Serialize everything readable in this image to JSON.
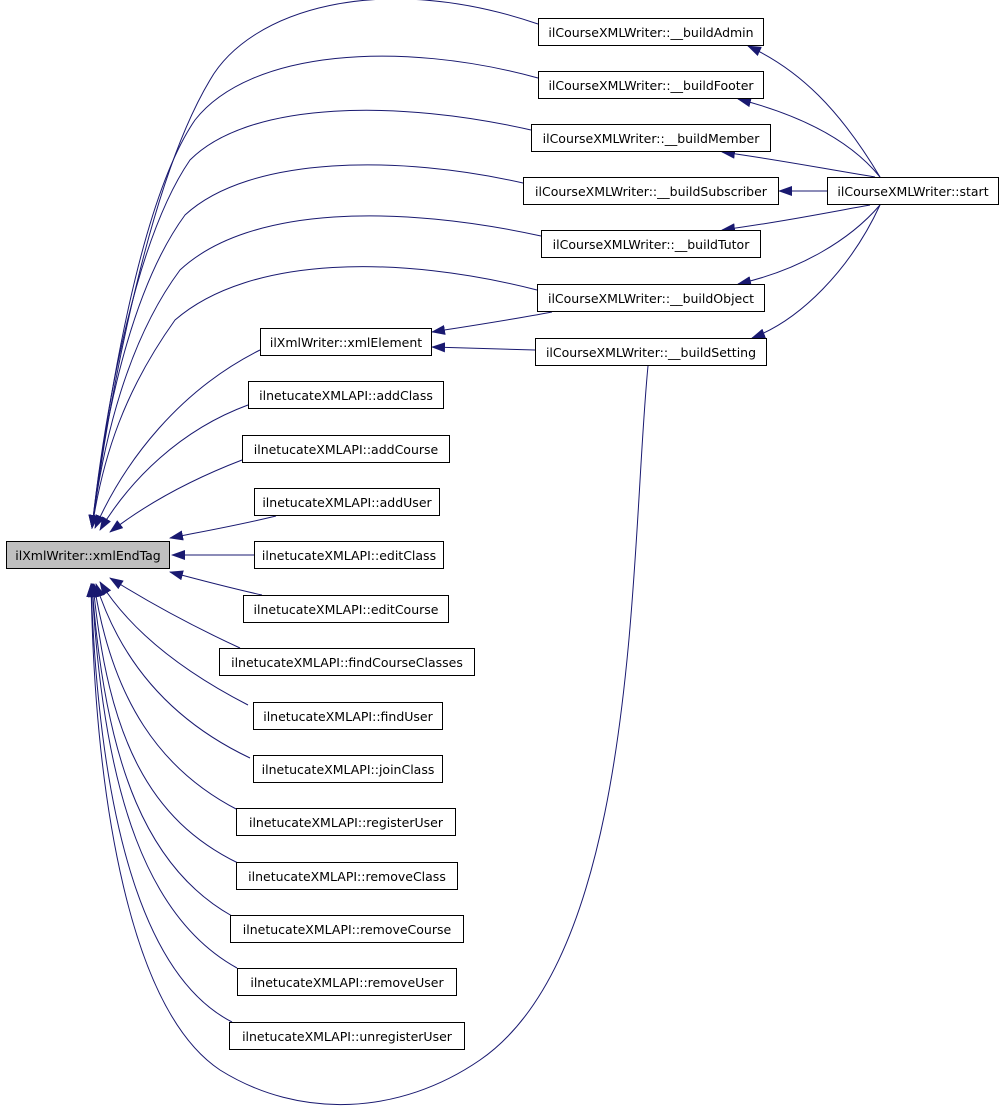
{
  "graph": {
    "colors": {
      "edge": "#191970",
      "node_border": "#000000",
      "node_fill": "#ffffff",
      "focus_fill": "#bfbfbf"
    },
    "nodes": [
      {
        "id": "xmlEndTag",
        "label": "ilXmlWriter::xmlEndTag",
        "focus": true
      },
      {
        "id": "buildAdmin",
        "label": "ilCourseXMLWriter::__buildAdmin"
      },
      {
        "id": "buildFooter",
        "label": "ilCourseXMLWriter::__buildFooter"
      },
      {
        "id": "buildMember",
        "label": "ilCourseXMLWriter::__buildMember"
      },
      {
        "id": "buildSubscriber",
        "label": "ilCourseXMLWriter::__buildSubscriber"
      },
      {
        "id": "buildTutor",
        "label": "ilCourseXMLWriter::__buildTutor"
      },
      {
        "id": "buildObject",
        "label": "ilCourseXMLWriter::__buildObject"
      },
      {
        "id": "buildSetting",
        "label": "ilCourseXMLWriter::__buildSetting"
      },
      {
        "id": "start",
        "label": "ilCourseXMLWriter::start"
      },
      {
        "id": "xmlElement",
        "label": "ilXmlWriter::xmlElement"
      },
      {
        "id": "addClass",
        "label": "ilnetucateXMLAPI::addClass"
      },
      {
        "id": "addCourse",
        "label": "ilnetucateXMLAPI::addCourse"
      },
      {
        "id": "addUser",
        "label": "ilnetucateXMLAPI::addUser"
      },
      {
        "id": "editClass",
        "label": "ilnetucateXMLAPI::editClass"
      },
      {
        "id": "editCourse",
        "label": "ilnetucateXMLAPI::editCourse"
      },
      {
        "id": "findCourseClasses",
        "label": "ilnetucateXMLAPI::findCourseClasses"
      },
      {
        "id": "findUser",
        "label": "ilnetucateXMLAPI::findUser"
      },
      {
        "id": "joinClass",
        "label": "ilnetucateXMLAPI::joinClass"
      },
      {
        "id": "registerUser",
        "label": "ilnetucateXMLAPI::registerUser"
      },
      {
        "id": "removeClass",
        "label": "ilnetucateXMLAPI::removeClass"
      },
      {
        "id": "removeCourse",
        "label": "ilnetucateXMLAPI::removeCourse"
      },
      {
        "id": "removeUser",
        "label": "ilnetucateXMLAPI::removeUser"
      },
      {
        "id": "unregisterUser",
        "label": "ilnetucateXMLAPI::unregisterUser"
      }
    ],
    "edges": [
      {
        "from": "buildAdmin",
        "to": "xmlEndTag"
      },
      {
        "from": "buildFooter",
        "to": "xmlEndTag"
      },
      {
        "from": "buildMember",
        "to": "xmlEndTag"
      },
      {
        "from": "buildSubscriber",
        "to": "xmlEndTag"
      },
      {
        "from": "buildTutor",
        "to": "xmlEndTag"
      },
      {
        "from": "buildObject",
        "to": "xmlEndTag"
      },
      {
        "from": "xmlElement",
        "to": "xmlEndTag"
      },
      {
        "from": "addClass",
        "to": "xmlEndTag"
      },
      {
        "from": "addCourse",
        "to": "xmlEndTag"
      },
      {
        "from": "addUser",
        "to": "xmlEndTag"
      },
      {
        "from": "editClass",
        "to": "xmlEndTag"
      },
      {
        "from": "editCourse",
        "to": "xmlEndTag"
      },
      {
        "from": "findCourseClasses",
        "to": "xmlEndTag"
      },
      {
        "from": "findUser",
        "to": "xmlEndTag"
      },
      {
        "from": "joinClass",
        "to": "xmlEndTag"
      },
      {
        "from": "registerUser",
        "to": "xmlEndTag"
      },
      {
        "from": "removeClass",
        "to": "xmlEndTag"
      },
      {
        "from": "removeCourse",
        "to": "xmlEndTag"
      },
      {
        "from": "removeUser",
        "to": "xmlEndTag"
      },
      {
        "from": "unregisterUser",
        "to": "xmlEndTag"
      },
      {
        "from": "buildSetting",
        "to": "xmlEndTag"
      },
      {
        "from": "buildObject",
        "to": "xmlElement"
      },
      {
        "from": "buildSetting",
        "to": "xmlElement"
      },
      {
        "from": "start",
        "to": "buildAdmin"
      },
      {
        "from": "start",
        "to": "buildFooter"
      },
      {
        "from": "start",
        "to": "buildMember"
      },
      {
        "from": "start",
        "to": "buildSubscriber"
      },
      {
        "from": "start",
        "to": "buildTutor"
      },
      {
        "from": "start",
        "to": "buildObject"
      },
      {
        "from": "start",
        "to": "buildSetting"
      }
    ]
  }
}
